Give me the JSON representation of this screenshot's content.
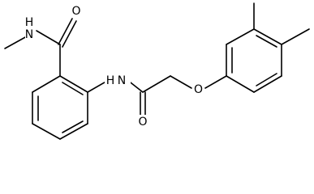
{
  "molecule": {
    "atoms": {
      "amide_n_top": "N",
      "amide_h_top": "H",
      "carbonyl_o_top": "O",
      "amide_n_mid": "N",
      "amide_h_mid": "H",
      "carbonyl_o_bottom": "O",
      "ether_o": "O"
    }
  },
  "colors": {
    "bond": "#000000",
    "background": "#ffffff"
  }
}
